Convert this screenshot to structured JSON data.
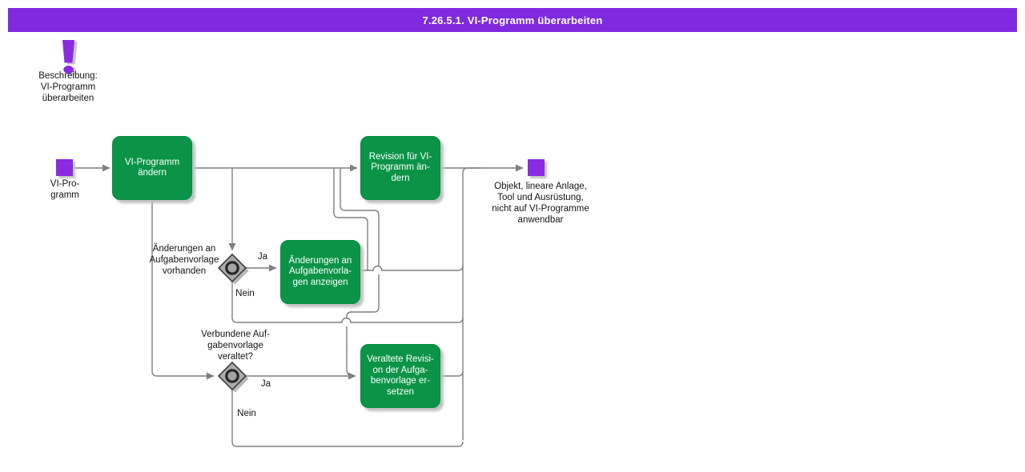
{
  "title": "7.26.5.1. VI-Programm überarbeiten",
  "note": {
    "icon": "exclamation-icon",
    "text": "Beschreibung:\nVI-Programm\nüberarbeiten"
  },
  "start_event": {
    "label": "VI-Pro-\ngramm"
  },
  "end_event": {
    "label": "Objekt, lineare Anlage,\nTool und Ausrüstung,\nnicht auf VI-Programme\nanwendbar"
  },
  "tasks": {
    "change_program": "VI-Programm\nändern",
    "change_revision": "Revision für VI-\nProgramm än-\ndern",
    "show_changes": "Änderungen an\nAufgabenvorla-\ngen anzeigen",
    "replace_revision": "Veraltete Revisi-\non der Aufga-\nbenvorlage er-\nsetzen"
  },
  "gateways": {
    "changes_exist": {
      "label": "Änderungen an\nAufgabenvorlage\nvorhanden",
      "yes": "Ja",
      "no": "Nein"
    },
    "template_outdated": {
      "label": "Verbundene Auf-\ngabenvorlage\nveraltet?",
      "yes": "Ja",
      "no": "Nein"
    }
  },
  "colors": {
    "title_bar": "#7E2BDF",
    "event_purple": "#8A2BE2",
    "task_green": "#0B9447",
    "line_gray": "#7F7F7F",
    "gateway_gray": "#ABABAB"
  }
}
